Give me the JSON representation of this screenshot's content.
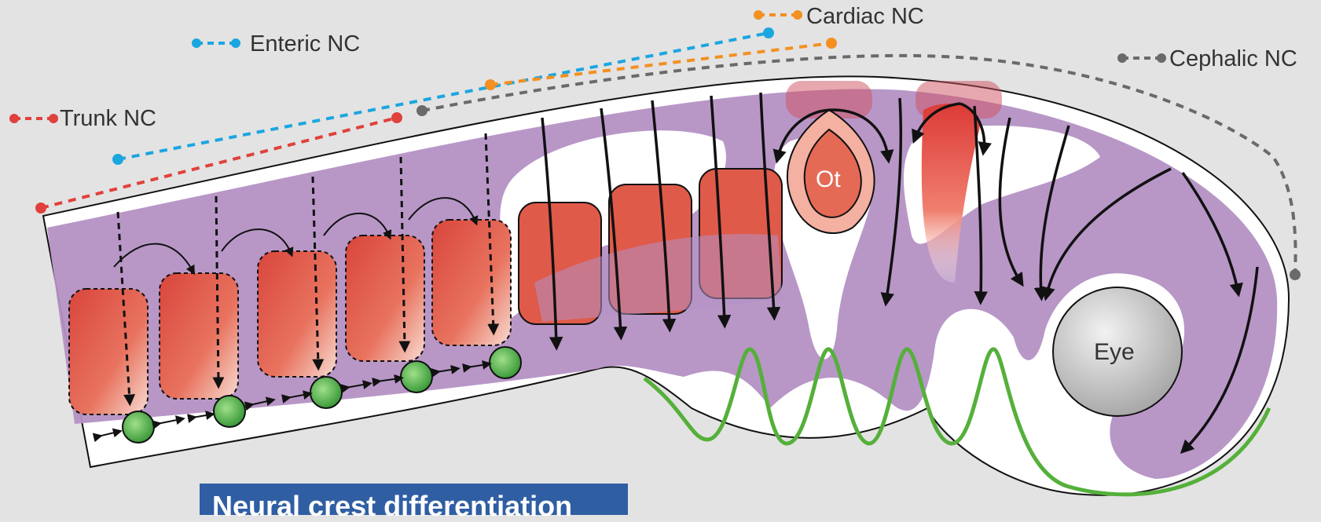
{
  "legend": {
    "trunk": {
      "label": "Trunk NC",
      "color": "#e0413c"
    },
    "enteric": {
      "label": "Enteric NC",
      "color": "#1ba6e0"
    },
    "cardiac": {
      "label": "Cardiac NC",
      "color": "#f39021"
    },
    "cephalic": {
      "label": "Cephalic NC",
      "color": "#6a6a6a"
    }
  },
  "structures": {
    "otic": "Ot",
    "eye": "Eye"
  },
  "caption": "Neural crest differentiation",
  "colors": {
    "background": "#e3e3e3",
    "embryo_body": "#b491c4",
    "somite": "#e05a4a",
    "drg": "#5cb85c",
    "arch_outline": "#55b03a",
    "eye": "#c9c9c9",
    "caption_bg": "#2f5ea3"
  }
}
